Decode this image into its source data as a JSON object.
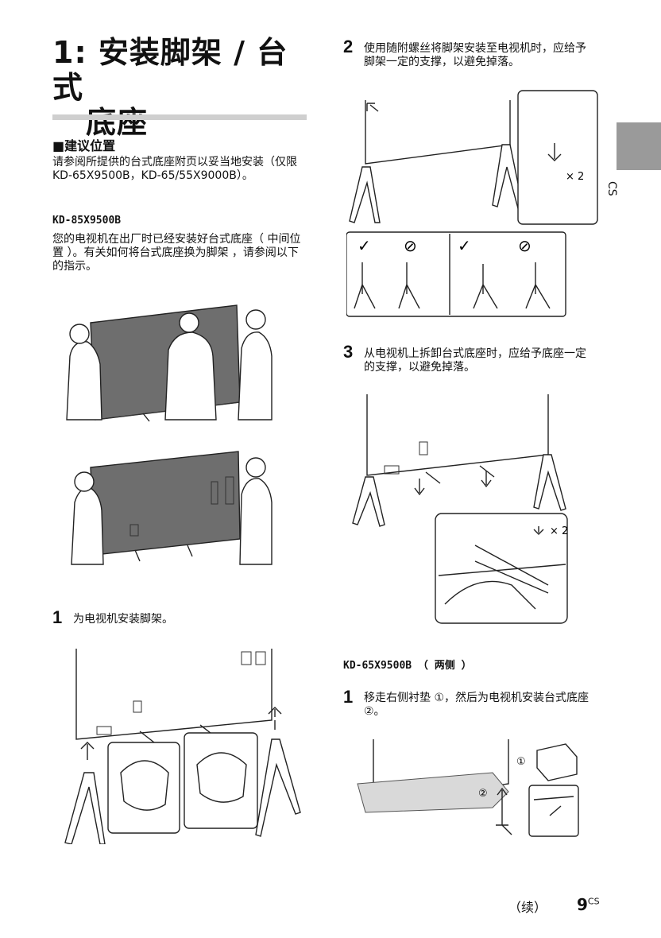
{
  "page": {
    "title_line1": "1: 安装脚架 / 台式",
    "title_line2": "底座",
    "section_heading": "■建议位置",
    "intro_text": "请参阅所提供的台式底座附页以妥当地安装（仅限 KD-65X9500B，KD-65/55X9000B）。",
    "model_85": "KD-85X9500B",
    "model_85_text": "您的电视机在出厂时已经安装好台式底座（ 中间位置 ）。有关如何将台式底座换为脚架 ，请参阅以下的指示。",
    "model_65": "KD-65X9500B （ 两侧 ）",
    "side_tab_code": "CS",
    "footer_continued": "（续）",
    "footer_page": "9",
    "footer_page_sup": "CS"
  },
  "steps_left": [
    {
      "num": "1",
      "text": "为电视机安装脚架。"
    }
  ],
  "steps_right": [
    {
      "num": "2",
      "text": "使用随附螺丝将脚架安装至电视机时，应给予脚架一定的支撑，以避免掉落。"
    },
    {
      "num": "3",
      "text": "从电视机上拆卸台式底座时，应给予底座一定的支撑，以避免掉落。"
    }
  ],
  "steps_65": [
    {
      "num": "1",
      "text": "移走右侧衬垫 ①，然后为电视机安装台式底座 ②。"
    }
  ],
  "figure_labels": {
    "screws_x2_a": "× 2",
    "screws_x2_b": "× 2",
    "check_a": "✓",
    "check_b": "✓",
    "no_a": "⊘",
    "no_b": "⊘",
    "circle_1": "①",
    "circle_2": "②"
  }
}
